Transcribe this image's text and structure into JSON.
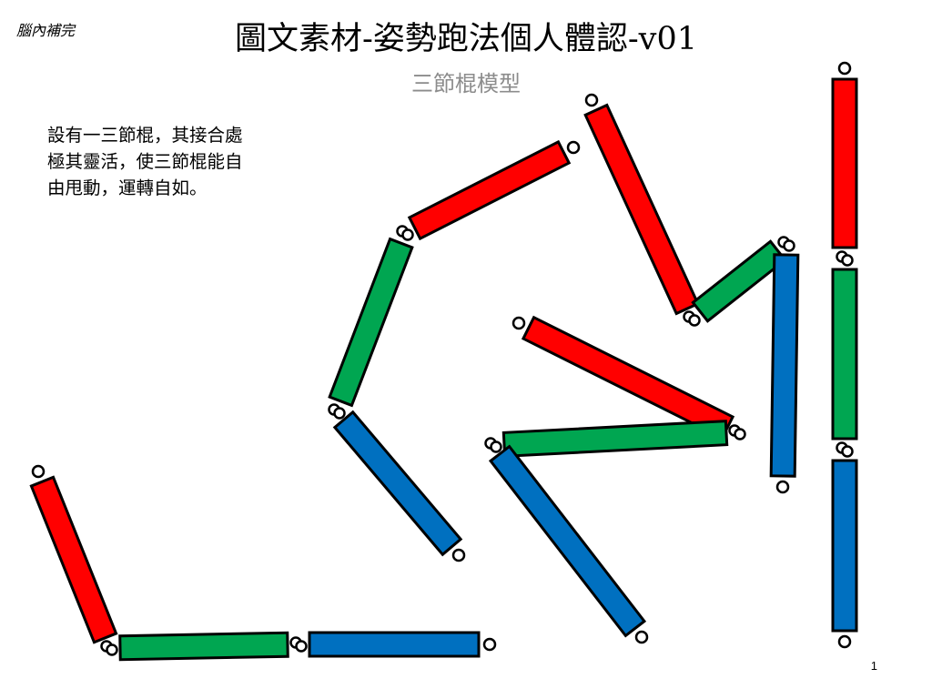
{
  "header": {
    "corner_note": "腦內補完",
    "title": "圖文素材-姿勢跑法個人體認-v01",
    "subtitle": "三節棍模型"
  },
  "description": [
    "設有一三節棍，其接合處",
    "極其靈活，使三節棍能自",
    "由甩動，運轉自如。"
  ],
  "page_number": "1",
  "colors": {
    "red": "#ff0000",
    "green": "#00a651",
    "blue": "#0070c0",
    "outline": "#000000"
  },
  "diagram": {
    "stick_order": [
      "red",
      "green",
      "blue"
    ]
  }
}
